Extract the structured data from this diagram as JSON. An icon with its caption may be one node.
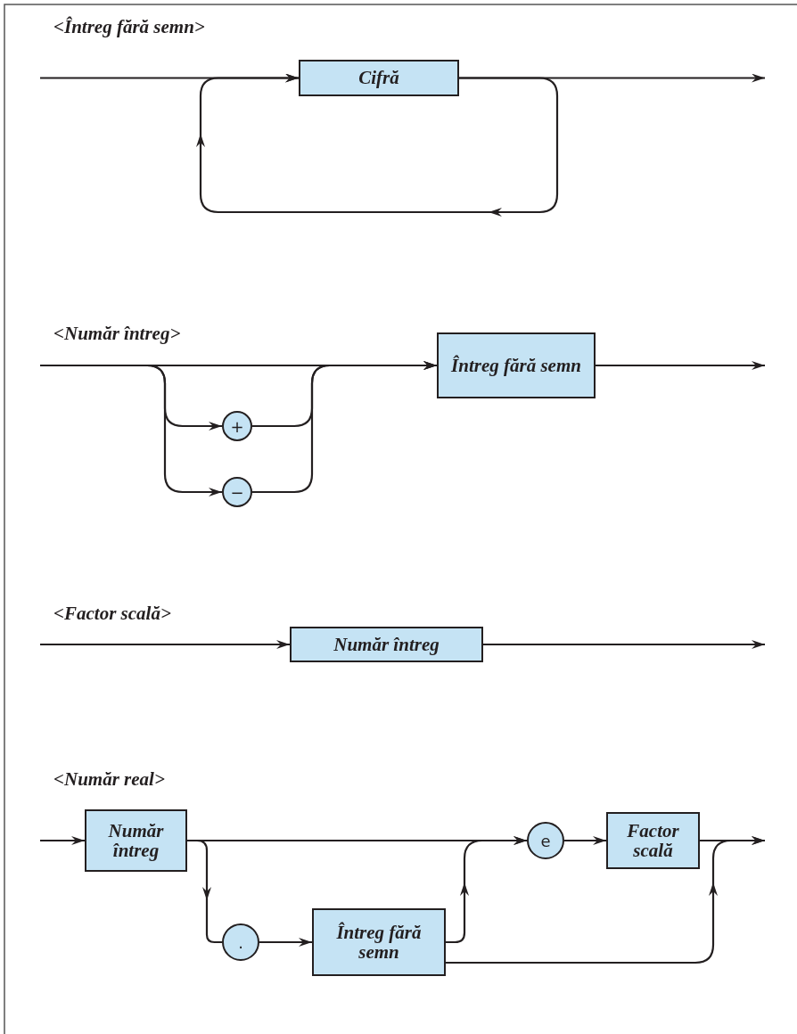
{
  "diagram": {
    "nodes": [
      {
        "text": [
          "Cifră"
        ]
      },
      {
        "text": [
          "+"
        ]
      },
      {
        "text": [
          "−"
        ]
      },
      {
        "text": [
          "Întreg fără semn"
        ]
      },
      {
        "text": [
          "Număr întreg"
        ]
      },
      {
        "text": [
          "Număr întreg"
        ]
      },
      {
        "text": [
          "."
        ]
      },
      {
        "text": [
          "Întreg fără semn"
        ]
      },
      {
        "text": [
          "e"
        ]
      },
      {
        "text": [
          "Factor scală"
        ]
      }
    ],
    "edges": [
      {
        "from": null,
        "to": 0,
        "arrow": "to"
      },
      {
        "from": 0,
        "to": null,
        "arrow": "to"
      },
      {
        "from": 0,
        "to": 0,
        "arrow": "to"
      },
      {
        "from": null,
        "to": 3,
        "arrow": "to"
      },
      {
        "from": null,
        "to": 1,
        "arrow": "to"
      },
      {
        "from": null,
        "to": 2,
        "arrow": "to"
      },
      {
        "from": 1,
        "to": 3,
        "arrow": "to"
      },
      {
        "from": 2,
        "to": 3,
        "arrow": "to"
      },
      {
        "from": 3,
        "to": null,
        "arrow": "to"
      },
      {
        "from": null,
        "to": 4,
        "arrow": "to"
      },
      {
        "from": 4,
        "to": null,
        "arrow": "to"
      },
      {
        "from": null,
        "to": 5,
        "arrow": "to"
      },
      {
        "from": 5,
        "to": 6,
        "arrow": "to"
      },
      {
        "from": 6,
        "to": 7,
        "arrow": "to"
      },
      {
        "from": 5,
        "to": 8,
        "arrow": "to"
      },
      {
        "from": 7,
        "to": 8,
        "arrow": "to"
      },
      {
        "from": 8,
        "to": 9,
        "arrow": "to"
      },
      {
        "from": 9,
        "to": null,
        "arrow": "to"
      },
      {
        "from": 7,
        "to": null,
        "arrow": "to"
      }
    ],
    "labels": [
      "<Întreg fără semn>",
      "<Număr întreg>",
      "<Factor scală>",
      "<Număr real>"
    ]
  }
}
